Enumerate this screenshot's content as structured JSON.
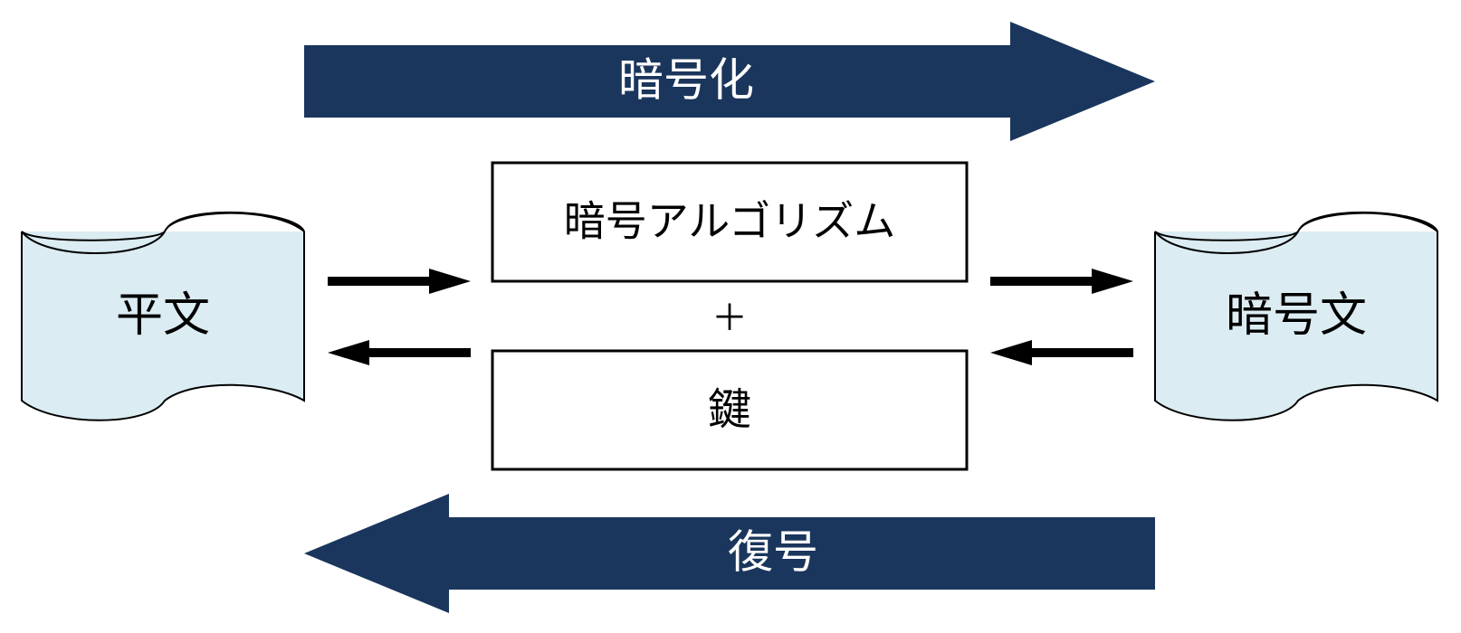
{
  "colors": {
    "arrow_fill": "#1b365d",
    "document_fill": "#dbecf2",
    "stroke": "#000000",
    "background": "#ffffff"
  },
  "encryption_arrow": {
    "label": "暗号化",
    "direction": "right"
  },
  "decryption_arrow": {
    "label": "復号",
    "direction": "left"
  },
  "plaintext": {
    "label": "平文"
  },
  "ciphertext": {
    "label": "暗号文"
  },
  "algorithm_box": {
    "label": "暗号アルゴリズム"
  },
  "plus": {
    "label": "＋"
  },
  "key_box": {
    "label": "鍵"
  },
  "connectors": {
    "plaintext_to_algorithm": "right",
    "algorithm_to_plaintext": "left",
    "algorithm_to_ciphertext": "right",
    "ciphertext_to_algorithm": "left"
  }
}
